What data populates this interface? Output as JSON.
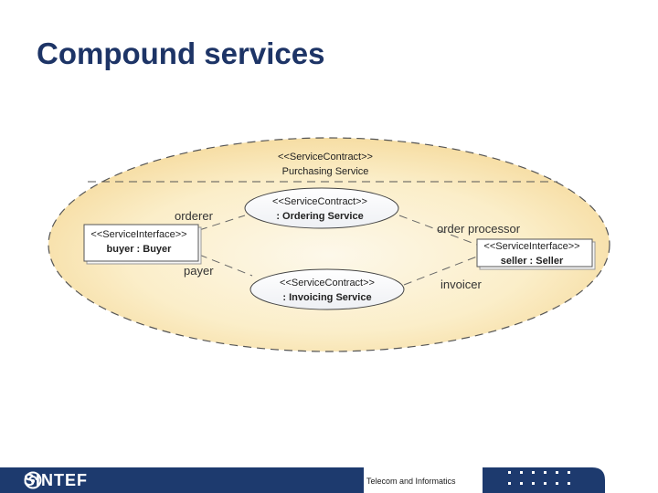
{
  "slide": {
    "title": "Compound services"
  },
  "diagram": {
    "outer_contract": {
      "stereotype": "<<ServiceContract>>",
      "name": "Purchasing Service"
    },
    "ordering_contract": {
      "stereotype": "<<ServiceContract>>",
      "name": ": Ordering Service"
    },
    "invoicing_contract": {
      "stereotype": "<<ServiceContract>>",
      "name": ": Invoicing Service"
    },
    "buyer": {
      "stereotype": "<<ServiceInterface>>",
      "name": "buyer : Buyer"
    },
    "seller": {
      "stereotype": "<<ServiceInterface>>",
      "name": "seller : Seller"
    },
    "roles": {
      "orderer": "orderer",
      "payer": "payer",
      "order_processor": "order processor",
      "invoicer": "invoicer"
    }
  },
  "footer": {
    "logo": "SINTEF",
    "department": "Telecom and Informatics",
    "bar_color": "#1d3a6e"
  }
}
